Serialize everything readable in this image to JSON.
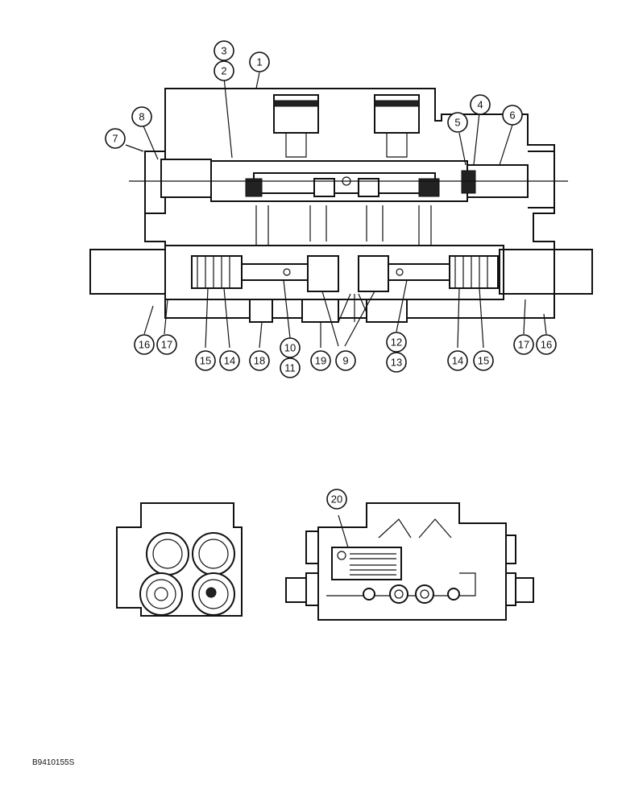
{
  "drawing_code": "B9410155S",
  "callouts": [
    {
      "label": "3"
    },
    {
      "label": "2"
    },
    {
      "label": "1"
    },
    {
      "label": "8"
    },
    {
      "label": "7"
    },
    {
      "label": "5"
    },
    {
      "label": "4"
    },
    {
      "label": "6"
    },
    {
      "label": "16"
    },
    {
      "label": "17"
    },
    {
      "label": "15"
    },
    {
      "label": "14"
    },
    {
      "label": "18"
    },
    {
      "label": "10"
    },
    {
      "label": "11"
    },
    {
      "label": "19"
    },
    {
      "label": "9"
    },
    {
      "label": "12"
    },
    {
      "label": "13"
    },
    {
      "label": "14"
    },
    {
      "label": "15"
    },
    {
      "label": "17"
    },
    {
      "label": "16"
    },
    {
      "label": "20"
    }
  ]
}
